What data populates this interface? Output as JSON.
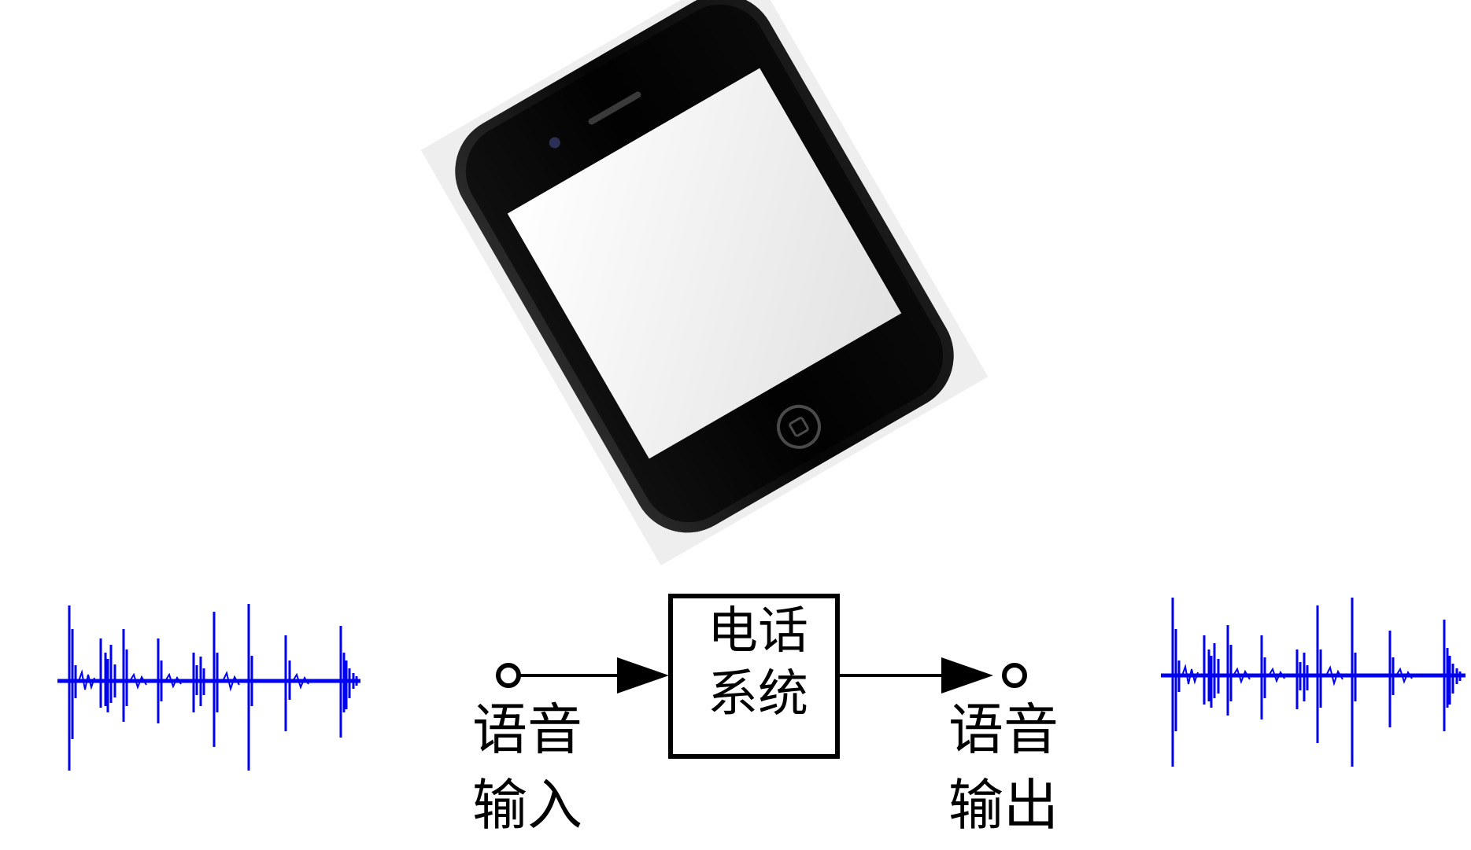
{
  "diagram": {
    "system_box": {
      "line1": "电话",
      "line2": "系统"
    },
    "input_terminal": {
      "line1": "语音",
      "line2": "输入"
    },
    "output_terminal": {
      "line1": "语音",
      "line2": "输出"
    },
    "waveform_color": "#0000ee",
    "line_color": "#000000"
  },
  "icons": {
    "phone": "smartphone-icon",
    "input_wave": "audio-waveform-icon",
    "output_wave": "audio-waveform-icon"
  }
}
